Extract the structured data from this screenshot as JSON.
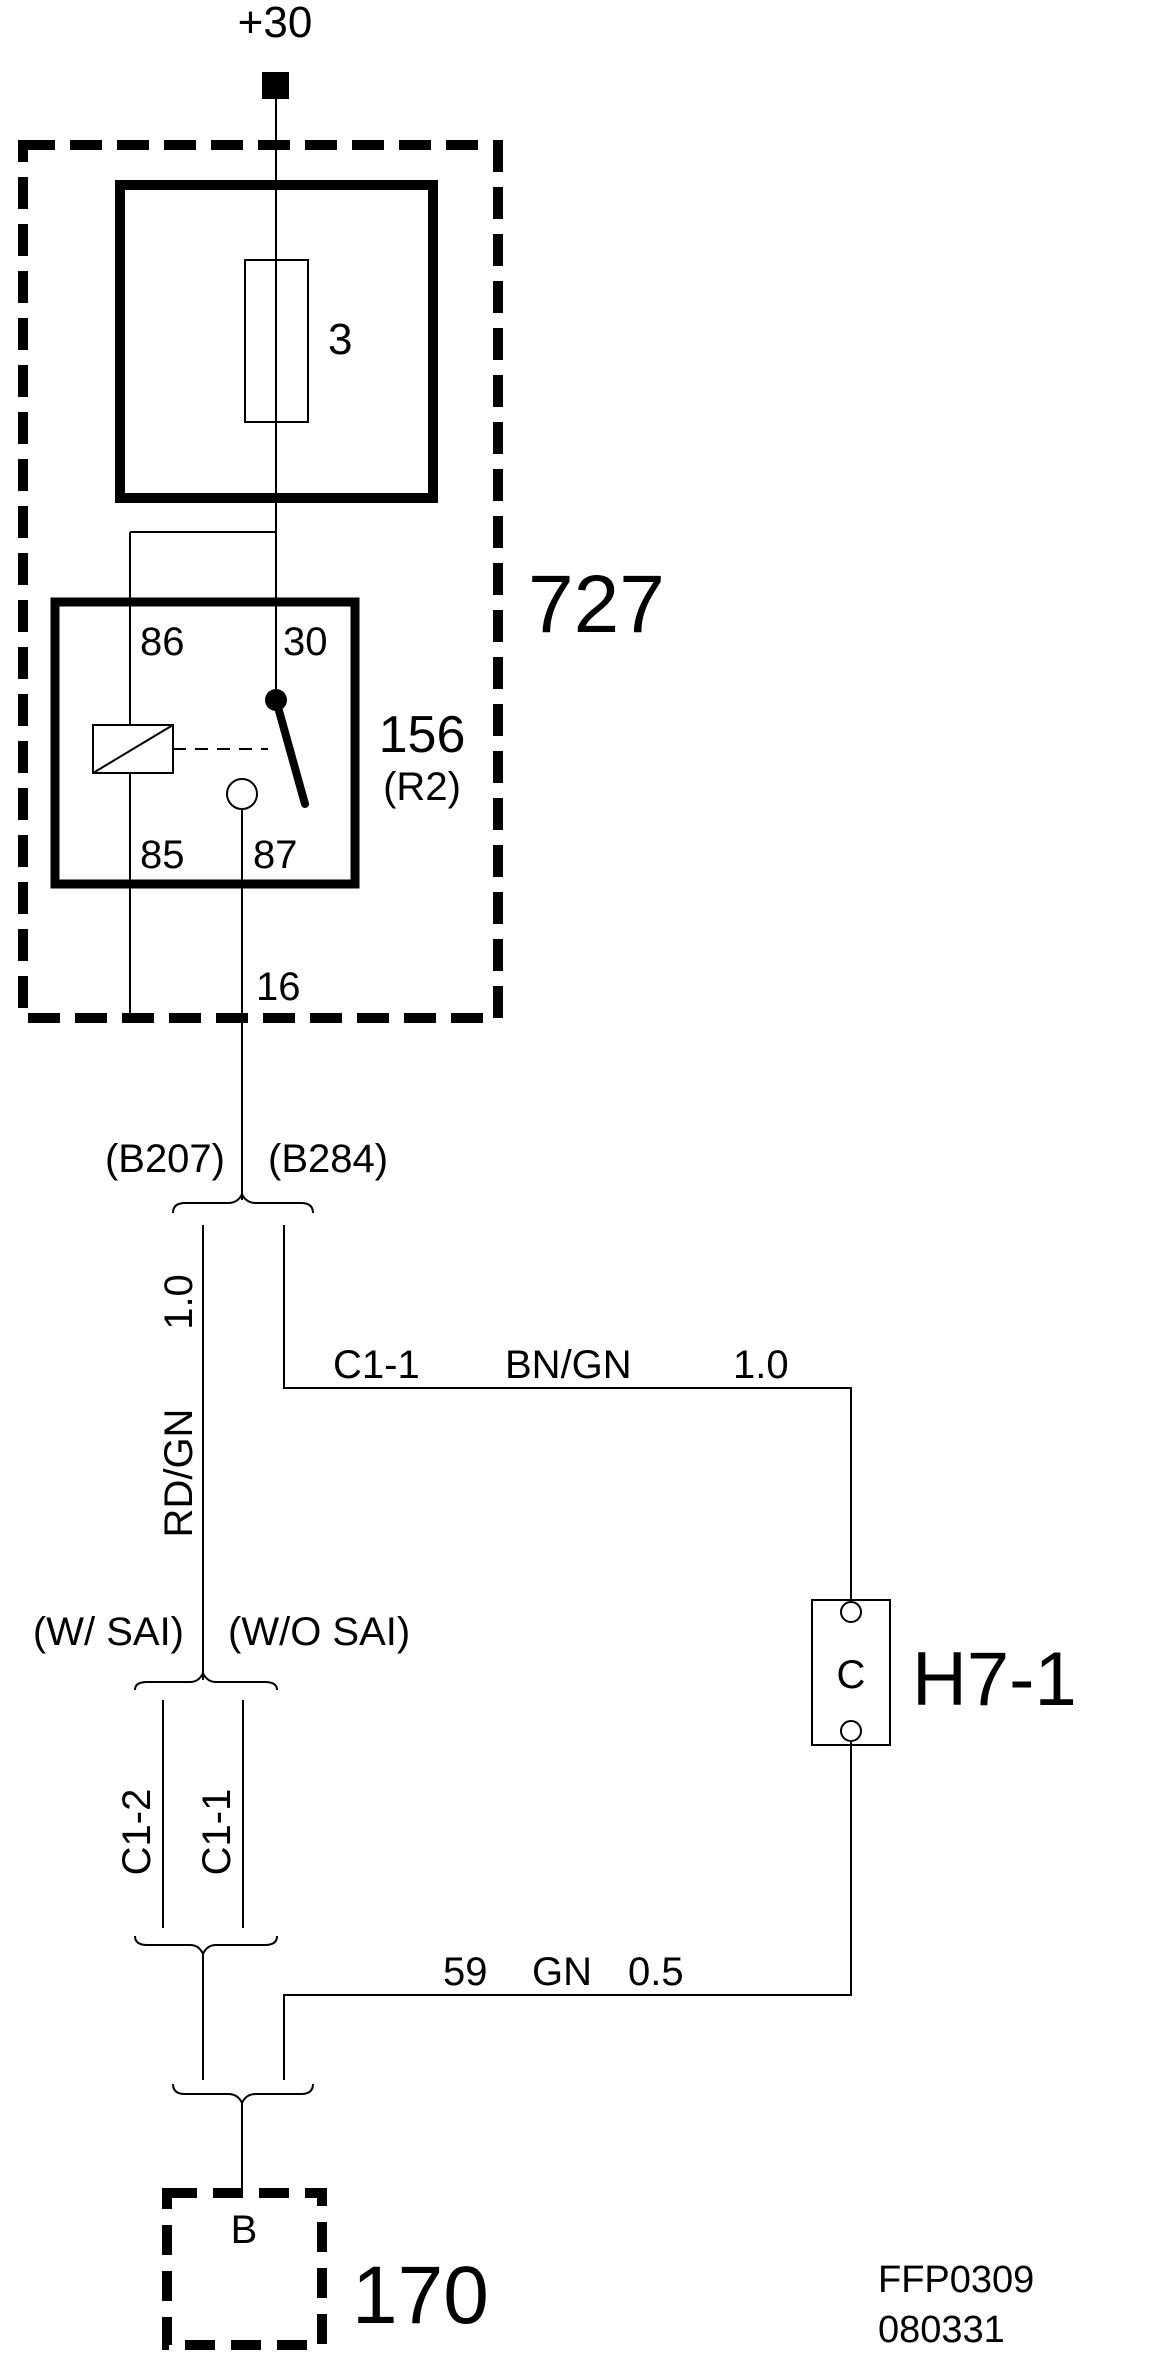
{
  "supply": {
    "label": "+30"
  },
  "module_727": {
    "label": "727"
  },
  "fuse": {
    "label": "3"
  },
  "relay": {
    "label": "156",
    "sublabel": "(R2)",
    "pin86": "86",
    "pin30": "30",
    "pin85": "85",
    "pin87": "87"
  },
  "module_pin": {
    "label": "16"
  },
  "splice_top": {
    "left": "(B207)",
    "right": "(B284)"
  },
  "wire_left": {
    "label": "RD/GN",
    "size": "1.0"
  },
  "wire_right": {
    "connector": "C1-1",
    "color": "BN/GN",
    "size": "1.0"
  },
  "variant_split": {
    "left": "(W/ SAI)",
    "right": "(W/O SAI)"
  },
  "variant_connectors": {
    "left": "C1-2",
    "right": "C1-1"
  },
  "connector_h7": {
    "label": "H7-1",
    "pin": "C"
  },
  "wire_bottom": {
    "circuit": "59",
    "color": "GN",
    "size": "0.5"
  },
  "component_170": {
    "label": "170",
    "pin": "B"
  },
  "doc_ref": {
    "code": "FFP0309",
    "date": "080331"
  }
}
